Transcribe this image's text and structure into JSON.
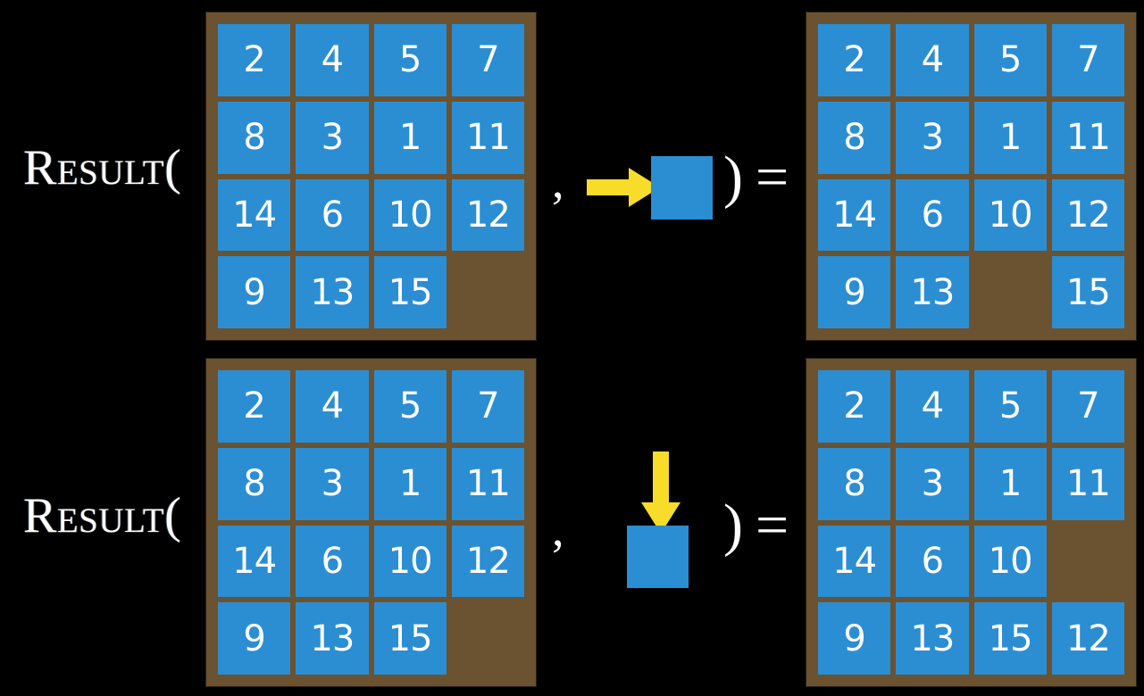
{
  "figure": {
    "background_color": "#000000",
    "board_color": "#6b5230",
    "tile_color": "#2b8ed3",
    "tile_text_color": "#ffffff",
    "arrow_color": "#f7dc2a",
    "glyph_color": "#ffffff"
  },
  "symbols": {
    "result_open": "Result(",
    "comma": ",",
    "close_paren": ")",
    "equals": "="
  },
  "rows": [
    {
      "id": "row-1",
      "label": "Result(",
      "input_board": {
        "name": "15-puzzle-before-slide-left",
        "rows": [
          [
            "2",
            "4",
            "5",
            "7"
          ],
          [
            "8",
            "3",
            "1",
            "11"
          ],
          [
            "14",
            "6",
            "10",
            "12"
          ],
          [
            "9",
            "13",
            "15",
            ""
          ]
        ]
      },
      "action": {
        "name": "move-right",
        "arrow_direction": "right",
        "token_label": ""
      },
      "output_board": {
        "name": "15-puzzle-after-slide-left",
        "rows": [
          [
            "2",
            "4",
            "5",
            "7"
          ],
          [
            "8",
            "3",
            "1",
            "11"
          ],
          [
            "14",
            "6",
            "10",
            "12"
          ],
          [
            "9",
            "13",
            "",
            "15"
          ]
        ]
      }
    },
    {
      "id": "row-2",
      "label": "Result(",
      "input_board": {
        "name": "15-puzzle-before-slide-up",
        "rows": [
          [
            "2",
            "4",
            "5",
            "7"
          ],
          [
            "8",
            "3",
            "1",
            "11"
          ],
          [
            "14",
            "6",
            "10",
            "12"
          ],
          [
            "9",
            "13",
            "15",
            ""
          ]
        ]
      },
      "action": {
        "name": "move-down",
        "arrow_direction": "down",
        "token_label": ""
      },
      "output_board": {
        "name": "15-puzzle-after-slide-up",
        "rows": [
          [
            "2",
            "4",
            "5",
            "7"
          ],
          [
            "8",
            "3",
            "1",
            "11"
          ],
          [
            "14",
            "6",
            "10",
            ""
          ],
          [
            "9",
            "13",
            "15",
            "12"
          ]
        ]
      }
    }
  ]
}
